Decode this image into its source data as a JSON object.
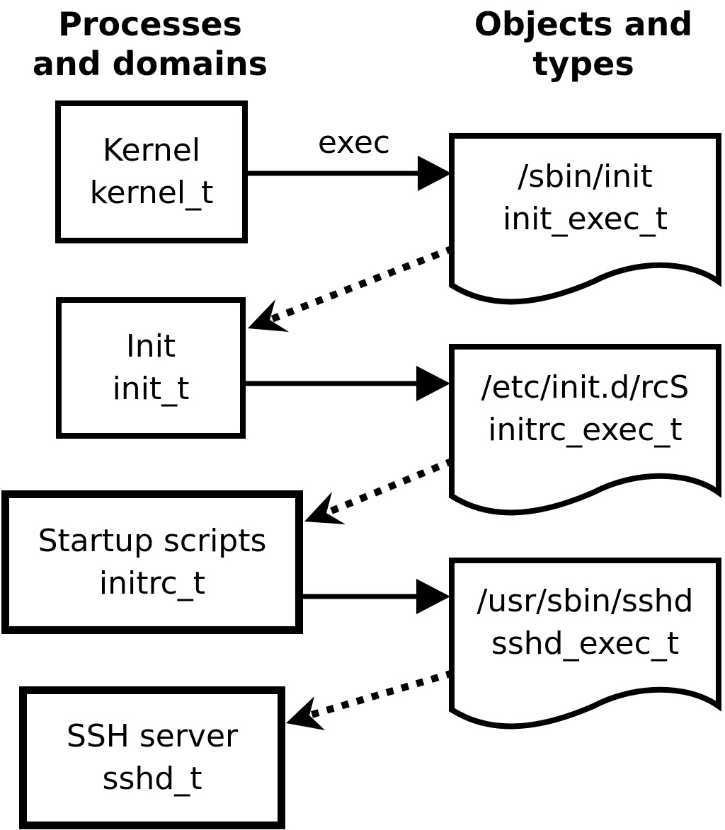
{
  "diagram": {
    "column_headers": {
      "processes": "Processes\nand domains",
      "objects": "Objects and\ntypes"
    },
    "process_nodes": [
      {
        "id": "kernel",
        "label": "Kernel\nkernel_t"
      },
      {
        "id": "init",
        "label": "Init\ninit_t"
      },
      {
        "id": "initrc",
        "label": "Startup scripts\ninitrc_t"
      },
      {
        "id": "sshd",
        "label": "SSH server\nsshd_t"
      }
    ],
    "object_nodes": [
      {
        "id": "init_exec",
        "label": "/sbin/init\ninit_exec_t"
      },
      {
        "id": "initrc_exec",
        "label": "/etc/init.d/rcS\ninitrc_exec_t"
      },
      {
        "id": "sshd_exec",
        "label": "/usr/sbin/sshd\nsshd_exec_t"
      }
    ],
    "edges": [
      {
        "from": "kernel",
        "to": "init_exec",
        "style": "solid",
        "label": "exec"
      },
      {
        "from": "init_exec",
        "to": "init",
        "style": "dotted",
        "label": ""
      },
      {
        "from": "init",
        "to": "initrc_exec",
        "style": "solid",
        "label": ""
      },
      {
        "from": "initrc_exec",
        "to": "initrc",
        "style": "dotted",
        "label": ""
      },
      {
        "from": "initrc",
        "to": "sshd_exec",
        "style": "solid",
        "label": ""
      },
      {
        "from": "sshd_exec",
        "to": "sshd",
        "style": "dotted",
        "label": ""
      }
    ],
    "colors": {
      "foreground": "#000000",
      "background": "#ffffff"
    }
  }
}
